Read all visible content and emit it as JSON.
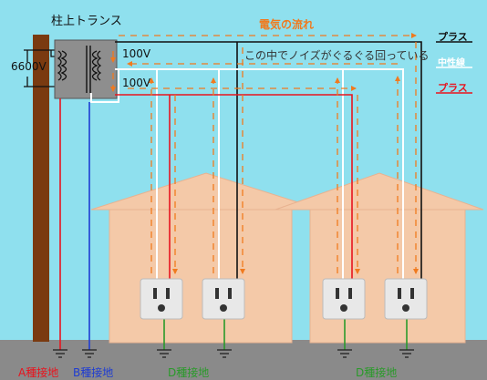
{
  "labels": {
    "transformer": "柱上トランス",
    "flow": "電気の流れ",
    "noise": "この中でノイズがぐるぐる回っている",
    "v_high": "6600V",
    "v_upper": "100V",
    "v_lower": "100V",
    "plus_top": "プラス",
    "neutral": "中性線",
    "plus_bottom": "プラス",
    "ground_a": "A種接地",
    "ground_b": "B種接地",
    "ground_d_left": "D種接地",
    "ground_d_right": "D種接地"
  },
  "colors": {
    "sky": "#8fe0ee",
    "ground": "#8a8a8a",
    "pole": "#7a3a10",
    "house": "#f4c9a8",
    "house_outline": "#e8b290",
    "wire_black": "#111111",
    "wire_white": "#ffffff",
    "wire_red": "#e8141e",
    "wire_blue": "#1e3cd2",
    "wire_green": "#2a9a2a",
    "flow_arrow": "#f07a1e"
  }
}
